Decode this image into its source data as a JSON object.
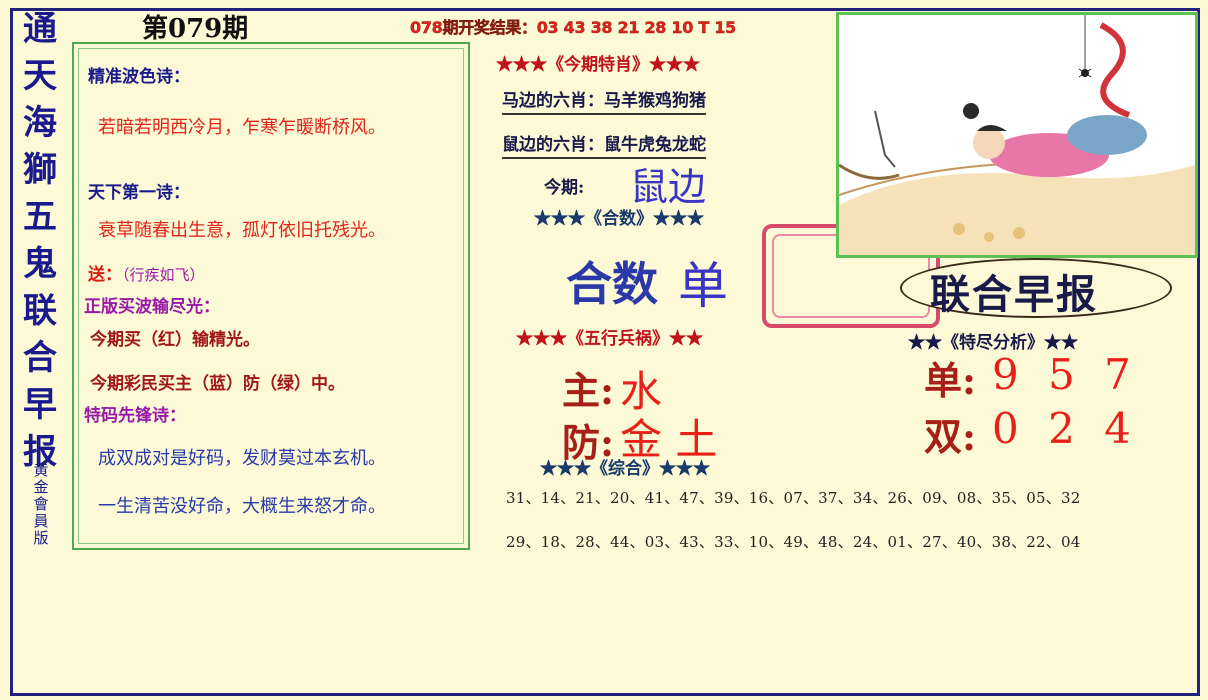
{
  "side_title": [
    "通",
    "天",
    "海",
    "獅",
    "五",
    "鬼",
    "联",
    "合",
    "早",
    "报"
  ],
  "side_subtitle": "黄金會員版",
  "issue": "第079期",
  "result_line": "078期开奖结果：03 43 38 21 28 10 T 15",
  "left_panel": {
    "poem1_title": "精准波色诗：",
    "poem1_text": "若暗若明西冷月，乍寒乍暖断桥风。",
    "poem2_title": "天下第一诗：",
    "poem2_text": "衰草随春出生意，孤灯依旧托残光。",
    "send_label": "送：",
    "send_text": "（行疾如飞）",
    "bet_title": "正版买波输尽光：",
    "bet_line1": "今期买（红）输精光。",
    "bet_line2": "今期彩民买主（蓝）防（绿）中。",
    "poem3_title": "特码先锋诗：",
    "poem3_line1": "成双成对是好码，发财莫过本玄机。",
    "poem3_line2": "一生清苦没好命，大概生来怒才命。"
  },
  "middle": {
    "special_header": "★★★《今期特肖》★★★",
    "horse_six": "马边的六肖：马羊猴鸡狗猪",
    "rat_six": "鼠边的六肖：鼠牛虎兔龙蛇",
    "this_label": "今期:",
    "this_value": "鼠边",
    "sum_header": "★★★《合数》★★★",
    "sum_label": "合数",
    "sum_value": "单",
    "five_header": "★★★《五行兵祸》★★",
    "main_label": "主:",
    "main_value": "水",
    "guard_label": "防:",
    "guard_value": "金 土",
    "comp_header": "★★★《综合》★★★",
    "numbers_row1": "31、14、21、20、41、47、39、16、07、37、34、26、09、08、35、05、32",
    "numbers_row2": "29、18、28、44、03、43、33、10、49、48、24、01、27、40、38、22、04"
  },
  "right": {
    "brand": "联合早报",
    "tail_header": "★★《特尽分析》★★",
    "single_label": "单:",
    "single_value": "9 5 7",
    "double_label": "双:",
    "double_value": "0 2 4"
  },
  "colors": {
    "accent_red": "#e8201a",
    "navy": "#1a1a8c",
    "green_border": "#5cc052",
    "paper": "#fcf9d6"
  }
}
